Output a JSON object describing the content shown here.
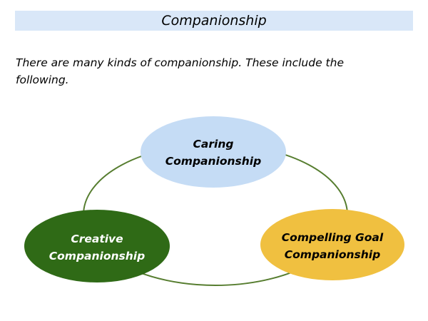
{
  "slide": {
    "title": "Companionship",
    "intro": "There are many kinds of companionship. These include the following."
  },
  "diagram": {
    "connector_color": "#567d2f",
    "nodes": [
      {
        "id": "caring",
        "line1": "Caring",
        "line2": "Companionship",
        "fill": "#c5dcf5",
        "text_color": "#000000"
      },
      {
        "id": "creative",
        "line1": "Creative",
        "line2": "Companionship",
        "fill": "#2f6a16",
        "text_color": "#ffffff"
      },
      {
        "id": "compelling-goal",
        "line1": "Compelling Goal",
        "line2": "Companionship",
        "fill": "#f0c040",
        "text_color": "#000000"
      }
    ]
  }
}
